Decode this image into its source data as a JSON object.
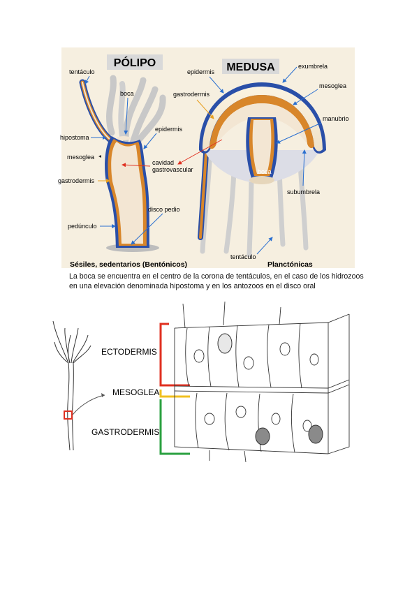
{
  "top": {
    "polyp_title": "PÓLIPO",
    "medusa_title": "MEDUSA",
    "polyp_labels": {
      "tentaculo": "tentáculo",
      "boca": "boca",
      "hipostoma": "hipostoma",
      "mesoglea": "mesoglea",
      "gastrodermis": "gastrodermis",
      "epidermis": "epidermis",
      "cavidad": "cavidad",
      "gastrovascular": "gastrovascular",
      "disco_pedio": "disco pedio",
      "pedunculo": "pedúnculo"
    },
    "medusa_labels": {
      "epidermis": "epidermis",
      "exumbrela": "exumbrela",
      "gastrodermis": "gastrodermis",
      "mesoglea": "mesoglea",
      "manubrio": "manubrio",
      "boca": "boca",
      "subumbrela": "subumbrela",
      "tentaculo": "tentáculo"
    },
    "polyp_caption": "Sésiles, sedentarios (Bentónicos)",
    "medusa_caption": "Planctónicas"
  },
  "caption": {
    "line1": "La boca se encuentra en el centro de la corona de tentáculos, en el caso de los hidrozoos",
    "line2": "en una elevación denominada hipostoma  y en los antozoos en el disco oral"
  },
  "bottom": {
    "ectodermis": "ECTODERMIS",
    "mesoglea": "MESOGLEA",
    "gastrodermis": "GASTRODERMIS"
  },
  "colors": {
    "polyp_title_bg": "#d9d9d9",
    "outer_layer": "#2a4fa8",
    "inner_layer": "#d8862a",
    "cavity": "#f3e6d3",
    "ectodermis_bracket": "#e03020",
    "mesoglea_bracket": "#f0c020",
    "gastrodermis_bracket": "#2aa040"
  }
}
